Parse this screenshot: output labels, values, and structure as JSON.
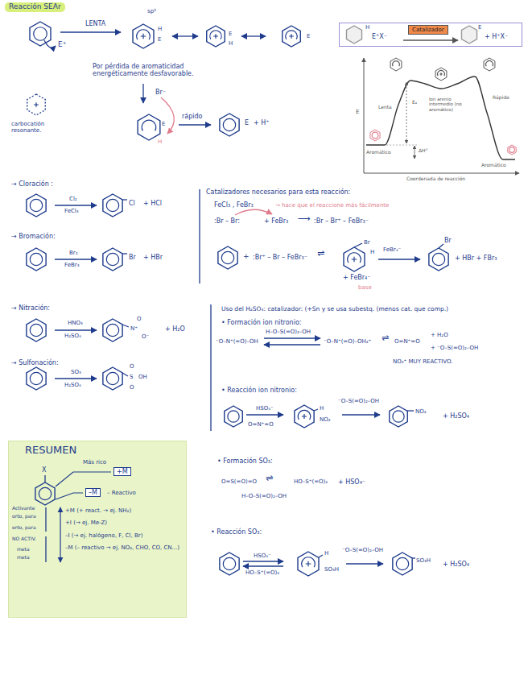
{
  "diagram": {
    "title": "Reacción SEAr",
    "nodes": [
      {
        "text": [
          "H",
          "E⁺X⁻",
          "E",
          "+ H⁺X⁻"
        ]
      },
      {
        "text": [
          "Catalizador"
        ],
        "in": 0
      },
      {
        "text": [
          "RESUMEN",
          "X",
          "Más rico",
          "– Reactivo",
          "Activante",
          "orto, para",
          "orto, para",
          "NO ACTIV.",
          "meta",
          "meta",
          "+M (+ react. → ej. NH₂)",
          "+I (→ ej. Me-Z)",
          "–I (→ ej. halógeno, F, Cl, Br)",
          "–M (– reactivo → ej. NO₂, CHO, CO, CN...)"
        ]
      },
      {
        "text": [
          "+M"
        ],
        "in": 2
      },
      {
        "text": [
          "–M"
        ],
        "in": 2
      }
    ],
    "labels": [
      "LENTA",
      "E⁺",
      "sp³",
      "H",
      "E",
      "E",
      "H",
      "E",
      "Por pérdida de aromaticidad energéticamente desfavorable.",
      "Br⁻",
      "rápido",
      "H",
      "E",
      "E",
      "+ H⁺",
      "carbocatión resonante.",
      "Lenta",
      "Eₐ",
      "Ion arenio intermedio (no aromático)",
      "Rápido",
      "ΔH°",
      "Aromático",
      "Aromático",
      "E",
      "Coordenada de reacción",
      "→ Cloración :",
      "Cl₂",
      "FeCl₃",
      "Cl",
      "+ HCl",
      "→ Bromación:",
      "Br₂",
      "FeBr₃",
      "Br",
      "+ HBr",
      "Catalizadores necesarios para esta reacción:",
      "FeCl₃ , FeBr₃",
      "→ hace que el reaccione más fácilmente",
      ":Br – Br:",
      "+ FeBr₃",
      "⟶",
      ":Br – Br⁺ – FeBr₃⁻",
      "+",
      ":Br⁺ – Br – FeBr₃⁻",
      "⇌",
      "Br",
      "H",
      "+ FeBr₄⁻",
      "base",
      "FeBr₄⁻",
      "Br",
      "+ HBr + FBr₃",
      "→ Nitración:",
      "HNO₃",
      "H₂SO₄",
      "O",
      "N⁺",
      "O⁻",
      "+ H₂O",
      "→ Sulfonación:",
      "SO₃",
      "H₂SO₄",
      "O",
      "S",
      "OH",
      "O",
      "Uso del H₂SO₄: catalizador: (+Sn y se usa subestq. (menos cat. que comp.)",
      "• Formación ion nitronio:",
      "⁻O–N⁺(=O)–OH",
      "H–O–S(=O)₂–OH",
      "⁻O–N⁺(=O)–OH₂⁺",
      "⇌",
      "O=N⁺=O",
      "+ H₂O",
      "+ ⁻O–S(=O)₂–OH",
      "NO₂⁺ MUY REACTIVO.",
      "• Reacción ion nitronio:",
      "HSO₄⁻",
      "O=N⁺=O",
      "H",
      "NO₂",
      "⁻O–S(=O)₂–OH",
      "NO₂",
      "+ H₂SO₄",
      "• Formación SO₃:",
      "O=S(=O)=O",
      "⇌",
      "H–O–S(=O)₂–OH",
      "HO–S⁺(=O)₂",
      "+ HSO₄⁻",
      "• Reacción SO₃:",
      "HSO₄⁻",
      "HO–S⁺(=O)₂",
      "H",
      "SO₃H",
      "⁻O–S(=O)₂–OH",
      "SO₃H",
      "+ H₂SO₄"
    ]
  }
}
